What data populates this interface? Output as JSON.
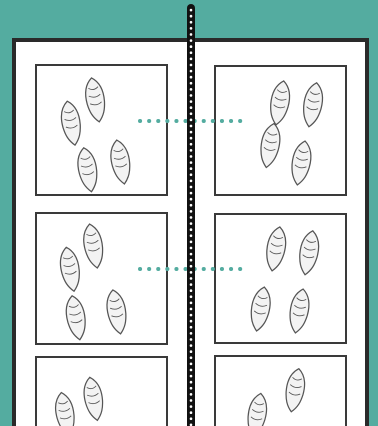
{
  "colors": {
    "background": "#54aca0",
    "board": "#ffffff",
    "board_border": "#2a2a2a",
    "divider": "#111111",
    "divider_dots": "#ffffff",
    "connector_dots": "#54aca0",
    "cone_outline": "#555555"
  },
  "icons": {
    "card_symbol": "sketched-cone-icon",
    "divider": "dotted-divider-line",
    "connector": "dotted-connector-line"
  },
  "cards": [
    {
      "side": "left",
      "row": 1,
      "symbol_count": 4
    },
    {
      "side": "right",
      "row": 1,
      "symbol_count": 4
    },
    {
      "side": "left",
      "row": 2,
      "symbol_count": 4
    },
    {
      "side": "right",
      "row": 2,
      "symbol_count": 4
    },
    {
      "side": "left",
      "row": 3,
      "symbol_count": 2
    },
    {
      "side": "right",
      "row": 3,
      "symbol_count": 2
    }
  ],
  "connections": [
    {
      "from_row": 1,
      "to_row": 1
    },
    {
      "from_row": 2,
      "to_row": 2
    }
  ]
}
